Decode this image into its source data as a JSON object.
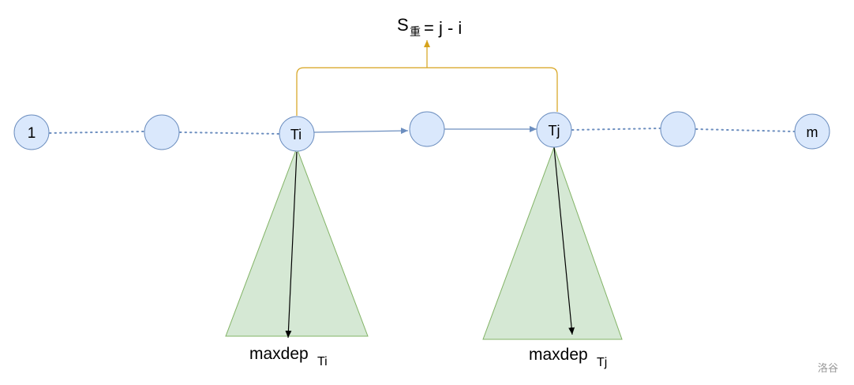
{
  "diagram": {
    "nodes": [
      {
        "id": "n1",
        "label": "1"
      },
      {
        "id": "n2",
        "label": ""
      },
      {
        "id": "ti",
        "label": "Ti"
      },
      {
        "id": "n4",
        "label": ""
      },
      {
        "id": "tj",
        "label": "Tj"
      },
      {
        "id": "n6",
        "label": ""
      },
      {
        "id": "m",
        "label": "m"
      }
    ],
    "formula": {
      "main": "S",
      "subscript": "重",
      "rest": "= j - i"
    },
    "depth_labels": [
      {
        "main": "maxdep",
        "subscript": "Ti"
      },
      {
        "main": "maxdep",
        "subscript": "Tj"
      }
    ],
    "colors": {
      "node_fill": "#dae8fc",
      "node_stroke": "#6c8ebf",
      "triangle_fill": "#d5e8d4",
      "triangle_stroke": "#82b366",
      "bracket": "#d6a21a",
      "arrow_blue": "#6c8ebf",
      "dotted": "#6c8ebf"
    }
  },
  "watermark": "洛谷"
}
